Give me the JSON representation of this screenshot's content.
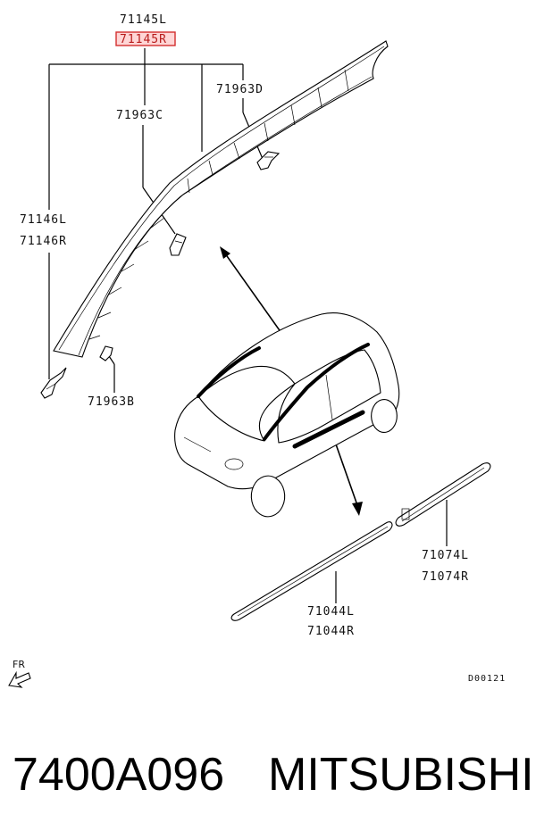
{
  "labels": {
    "p71145L": "71145L",
    "p71145R": "71145R",
    "p71963D": "71963D",
    "p71963C": "71963C",
    "p71146L": "71146L",
    "p71146R": "71146R",
    "p71963B": "71963B",
    "p71074L": "71074L",
    "p71074R": "71074R",
    "p71044L": "71044L",
    "p71044R": "71044R",
    "fr": "FR",
    "code": "D00121"
  },
  "footer": {
    "part_number": "7400A096",
    "brand": "MITSUBISHI"
  },
  "colors": {
    "highlight": "#d32f2f",
    "ink": "#000000"
  }
}
